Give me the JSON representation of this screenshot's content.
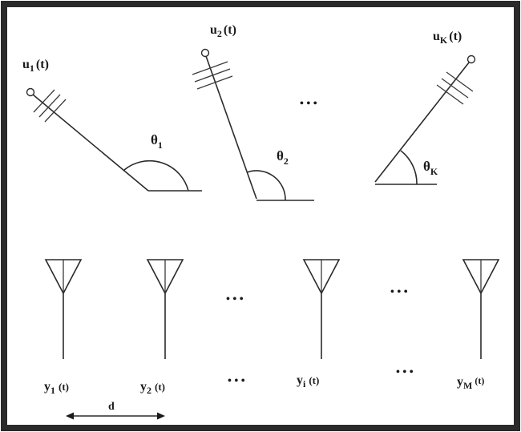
{
  "diagram": {
    "sources": [
      {
        "name": "u",
        "sub": "1",
        "arg": "(t)",
        "angle_name": "θ",
        "angle_sub": "1"
      },
      {
        "name": "u",
        "sub": "2",
        "arg": "(t)",
        "angle_name": "θ",
        "angle_sub": "2"
      },
      {
        "name": "u",
        "sub": "K",
        "arg": "(t)",
        "angle_name": "θ",
        "angle_sub": "K"
      }
    ],
    "sensors": [
      {
        "name": "y",
        "sub": "1",
        "arg": "(t)"
      },
      {
        "name": "y",
        "sub": "2",
        "arg": "(t)"
      },
      {
        "name": "y",
        "sub": "i",
        "arg": "(t)"
      },
      {
        "name": "y",
        "sub": "M",
        "arg": "(t)"
      }
    ],
    "spacing_label": "d",
    "ellipsis": "• • •"
  }
}
